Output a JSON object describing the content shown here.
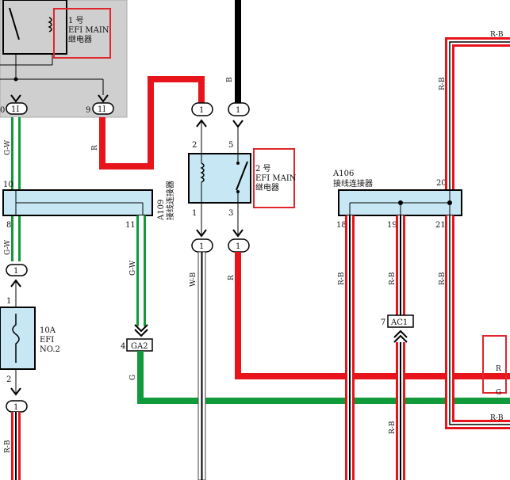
{
  "relay1": {
    "title_line1": "1 号",
    "title_line2": "EFI MAIN",
    "title_line3": "继电器"
  },
  "relay2": {
    "title_line1": "2 号",
    "title_line2": "EFI MAIN",
    "title_line3": "继电器"
  },
  "connector_a109": {
    "code": "A109",
    "name": "接线连接器"
  },
  "connector_a106": {
    "code": "A106",
    "name": "接线连接器"
  },
  "fuse": {
    "rating": "10A",
    "name": "EFI",
    "number": "NO.2"
  },
  "connectors": {
    "c_left_top": "1I",
    "c_mid_top": "1I",
    "c_relay2_left_top": "1",
    "c_relay2_right_top": "1",
    "c_relay2_left_bottom": "1",
    "c_relay2_right_bottom": "1",
    "c_fuse_top": "1",
    "c_fuse_bottom": "1",
    "ga2": "GA2",
    "ac1": "AC1"
  },
  "pins": {
    "p_left_10_top": "0",
    "p_mid_9": "9",
    "p_a109_10": "10",
    "p_a109_8": "8",
    "p_a109_11": "11",
    "p_relay2_2": "2",
    "p_relay2_5": "5",
    "p_relay2_1": "1",
    "p_relay2_3": "3",
    "p_fuse_1": "1",
    "p_fuse_2": "2",
    "p_ga2_4": "4",
    "p_a106_20": "20",
    "p_a106_18": "18",
    "p_a106_19": "19",
    "p_a106_21": "21",
    "p_ac1_7": "7"
  },
  "wires": {
    "w_gw_1": "G-W",
    "w_gw_2": "G-W",
    "w_gw_3": "G-W",
    "w_r_1": "R",
    "w_b": "B",
    "w_wb": "W-B",
    "w_r_2": "R",
    "w_rb_1": "R-B",
    "w_rb_2": "R-B",
    "w_rb_3": "R-B",
    "w_rb_4": "R-B",
    "w_rb_top": "R-B",
    "w_rb_right_bottom": "R-B",
    "w_rb_left_bottom": "R-B",
    "w_rb_ac1_bottom": "R-B",
    "w_g": "G",
    "w_r_right": "R",
    "w_g_right": "G"
  },
  "colors": {
    "red": "#e8141b",
    "green": "#119a3a",
    "black": "#000000",
    "relay_fill": "#c6e7f3",
    "relay_box_bg": "#cfcfcf",
    "highlight": "#e0262b"
  }
}
